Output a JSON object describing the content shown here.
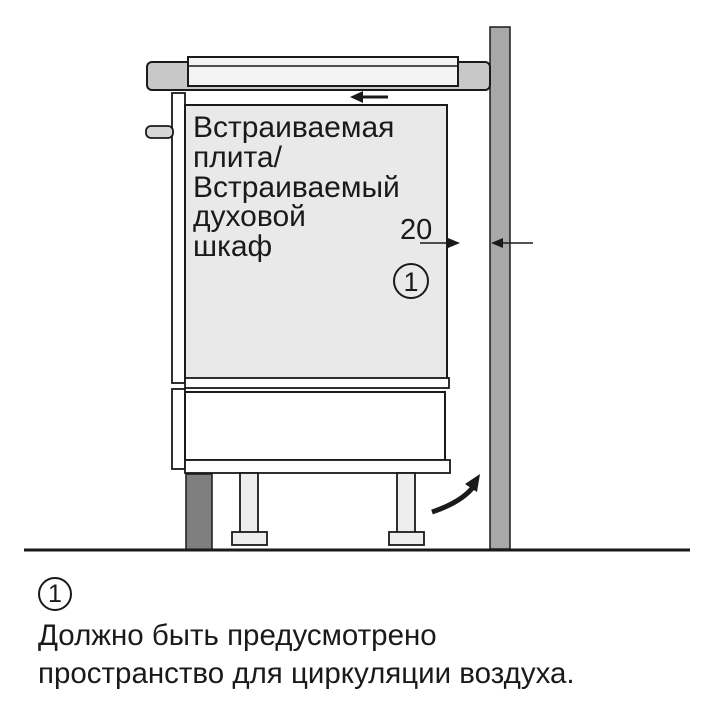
{
  "appliance_label": [
    "Встраиваемая",
    "плита/",
    "Встраиваемый",
    "духовой",
    "шкаф"
  ],
  "clearance_value": "20",
  "marker_number": "1",
  "legend": {
    "marker": "1",
    "lines": [
      "Должно быть предусмотрено",
      "пространство для циркуляции воздуха."
    ]
  },
  "colors": {
    "outline": "#1a1a1a",
    "panel_fill": "#e9e9e9",
    "hob_fill": "#c8c8c8",
    "wall_fill": "#a8a8a8",
    "dark_panel": "#7f7f7f",
    "leg_fill": "#eeeeee"
  }
}
